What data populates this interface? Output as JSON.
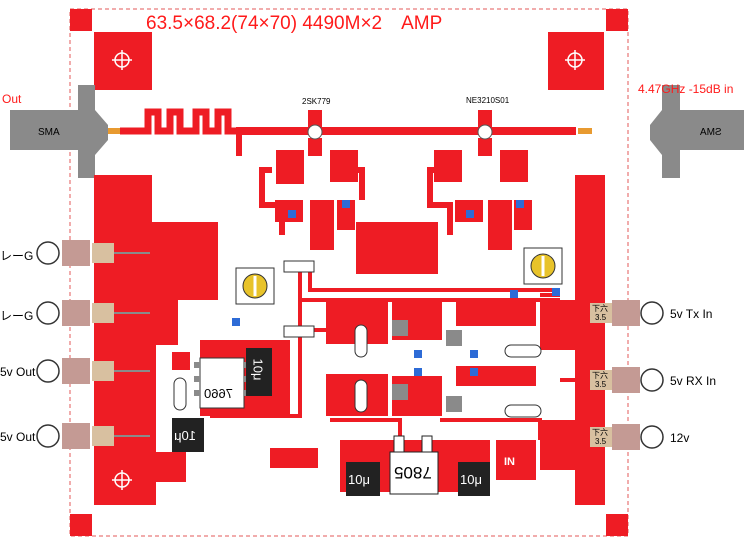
{
  "title": "63.5×68.2(74×70) 4490M×2　AMP",
  "labels": {
    "out": "Out",
    "in_spec": "4.47GHz -15dB in",
    "sma_left": "SMA",
    "sma_right": "SMA",
    "part_q1": "2SK779",
    "part_q2": "NE3210S01",
    "vg1": "レーG",
    "vg2": "レーG",
    "v5_out1": "5v Out",
    "v5_out2": "5v Out",
    "v5_tx": "5v Tx In",
    "v5_rx": "5v RX In",
    "v12": "12v",
    "in_badge": "IN",
    "cap_10u_a": "10μ",
    "cap_10u_b": "10μ",
    "cap_10u_c": "10μ",
    "cap_10u_d": "10μ",
    "ic_7660": "7660",
    "reg_7805": "7805",
    "gnd_short": "下六",
    "gnd_num": "3.5"
  },
  "colors": {
    "copper": "#ee1c24",
    "substrate": "#ffffff",
    "border_dash": "#e35a5a",
    "pad_gray": "#8a8a8a",
    "pad_pink": "#c49a94",
    "pad_tan": "#d8c0a0"
  }
}
